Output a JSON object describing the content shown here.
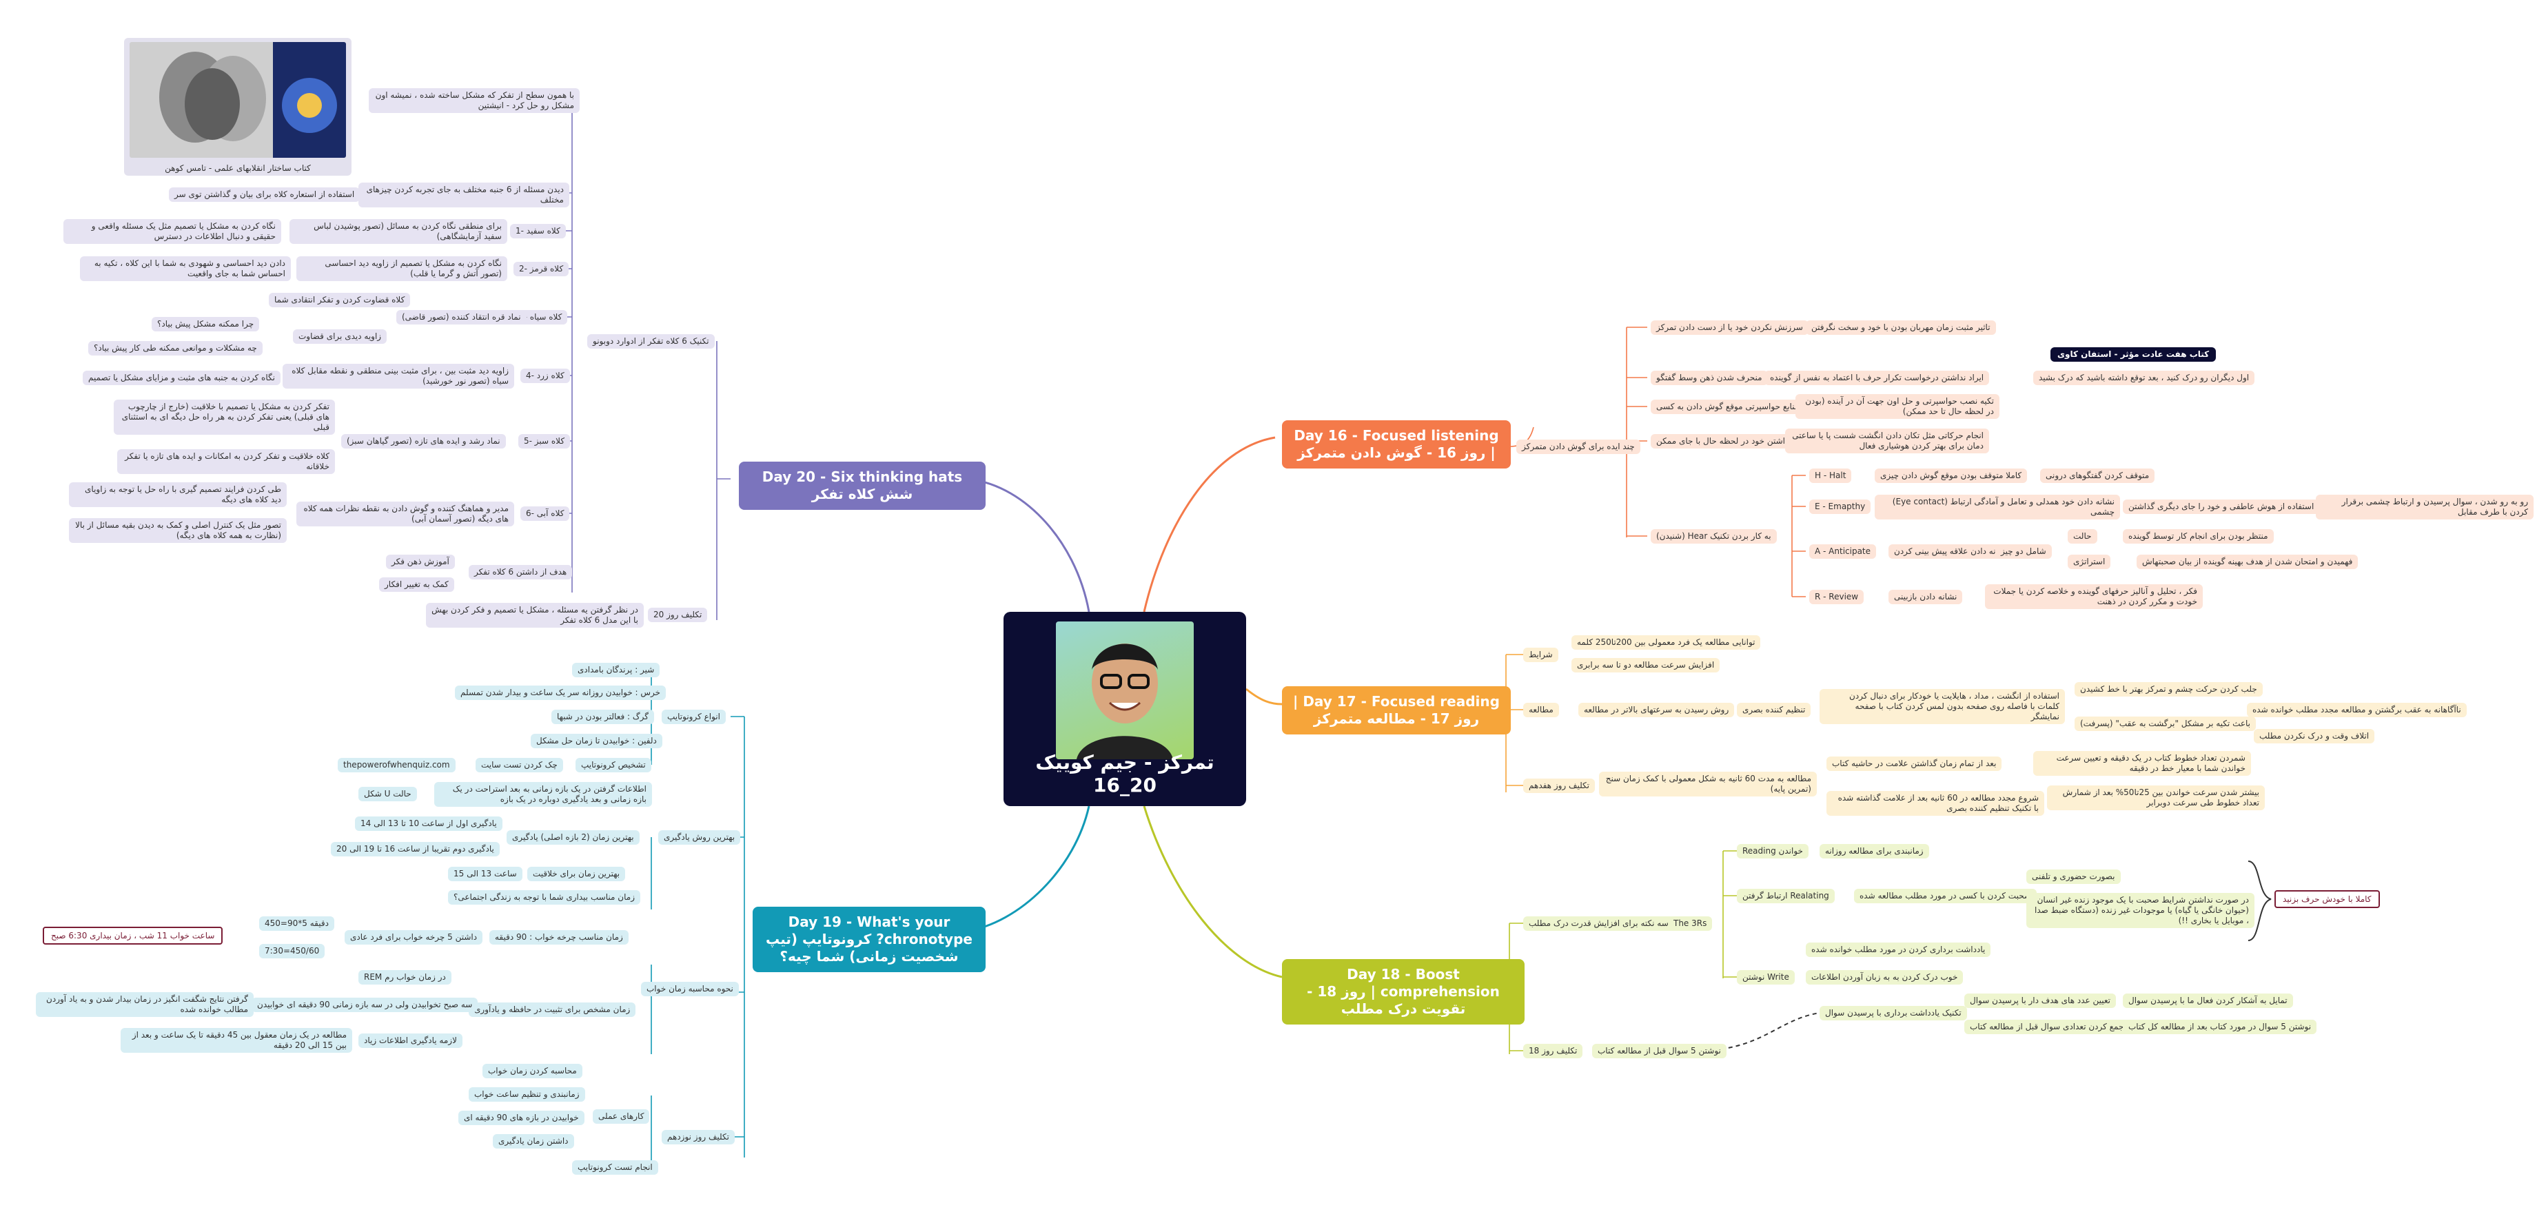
{
  "center": {
    "title": "تمرکز - جیم کوییک 20_16"
  },
  "colors": {
    "day16": "#f47a4a",
    "day17": "#f6a53a",
    "day18": "#b8c628",
    "day19": "#129ab6",
    "day20": "#7b74bd",
    "center": "#0c0d33"
  },
  "day20": {
    "title": "Day 20 - Six thinking hats شش کلاه تفکر",
    "technique": "تکنیک 6 کلاه تفکر از ادوارد دوبونو",
    "quote": "با همون سطح از تفکر که مشکل ساخته شده ، نمیشه اون مشکل رو حل کرد - انیشتین",
    "book_caption": "کتاب ساختار انقلابهای علمی - تامس کوهن",
    "intro_label": "دیدن مسئله از 6 جنبه مختلف به جای تجربه کردن چیزهای مختلف",
    "intro_detail": "استفاده از استعاره کلاه برای بیان و گذاشتن توی سر",
    "white_label": "کلاه سفید -1",
    "white_desc": "برای منطقی نگاه کردن به مسائل (تصور پوشیدن لباس سفید آزمایشگاهی)",
    "white_detail": "نگاه کردن به مشکل یا تصمیم مثل یک مسئله واقعی و حقیقی و دنبال اطلاعات در دسترس",
    "red_label": "کلاه قرمز -2",
    "red_desc": "نگاه کردن به مشکل یا تصمیم از زاویه دید احساسی (تصور آتش و گرما یا قلب)",
    "red_detail": "دادن دید احساسی و شهودی به شما با این کلاه ، تکیه به احساس شما به جای واقعیت",
    "black_label": "کلاه سیاه -3",
    "black_desc": "نماد قره انتقاد کننده (تصور قاضی)",
    "black_d1": "کلاه قضاوت کردن و تفکر انتقادی شما",
    "black_d2": "زاویه دیدی برای قضاوت",
    "black_d3": "چرا ممکنه مشکل پیش بیاد؟",
    "black_d4": "چه مشکلات و موانعی ممکنه طی کار پیش بیاد؟",
    "yellow_label": "کلاه زرد -4",
    "yellow_desc": "زاویه دید مثبت بین ، برای مثبت بینی منطقی و نقطه مقابل کلاه سیاه (تصور نور خورشید)",
    "yellow_detail": "نگاه کردن به جنبه های مثبت و مزایای مشکل یا تصمیم",
    "green_label": "کلاه سبز -5",
    "green_desc": "نماد رشد و ایده های تازه (تصور گیاهان سبز)",
    "green_d1": "تفکر کردن به مشکل یا تصمیم با خلاقیت (خارج از چارچوب های قبلی) یعنی تفکر کردن به هر راه حل دیگه ای به استثنای قبلی",
    "green_d2": "کلاه خلاقیت و تفکر کردن به امکانات و ایده های تازه یا تفکر خلاقانه",
    "blue_label": "کلاه آبی -6",
    "blue_desc": "مدیر و هماهنگ کننده و گوش دادن به نقطه نظرات همه کلاه های دیگه (تصور آسمان آبی)",
    "blue_d1": "طی کردن فرایند تصمیم گیری با راه حل یا توجه به زاویای دید کلاه های دیگه",
    "blue_d2": "تصور مثل یک کنترل اصلی و کمک به دیدن بقیه مسائل از بالا (نظارت به همه کلاه های دیگه)",
    "goal_label": "هدف از داشتن 6 کلاه تفکر",
    "goal_1": "آموزش ذهن فکر",
    "goal_2": "کمک به تغییر افکار",
    "task_label": "تکلیف روز 20",
    "task_desc": "در نظر گرفتن یه مسئله ، مشکل یا تصمیم و فکر کردن بهش با این مدل 6 کلاه تفکر"
  },
  "day19": {
    "title": "Day 19 - What's your chronotype? کرونوتایپ (تیپ شخصیت زمانی) شما چیه؟",
    "types_label": "انواع کرونوتایپ",
    "type_lion": "شیر : پرندگان بامدادی",
    "type_bear": "خرس : خوابیدن روزانه سر یک ساعت و بیدار شدن تمسلم",
    "type_wolf": "گرگ : فعالتر بودن در شبها",
    "type_dolphin": "دلفین : خوابیدن تا زمان حل مشکل",
    "diag_label": "تشخیص کرونوتایپ",
    "diag_desc": "چک کردن تست سایت",
    "diag_site": "thepowerofwhenquiz.com",
    "learn_label": "بهترین روش یادگیری",
    "learn_d1": "اطلاعات گرفتن در یک بازه زمانی به بعد استراحت در یک بازه زمانی و بعد یادگیری دوباره در یک بازه",
    "learn_d2": "حالت U شکل",
    "learn_best": "بهترین زمان (2 بازه اصلی) یادگیری",
    "learn_t1": "یادگیری اول از ساعت 10 تا 13 الی 14",
    "learn_t2": "یادگیری دوم تقریبا از ساعت 16 تا 19 الی 20",
    "learn_creative": "بهترین زمان برای خلاقیت",
    "learn_creative_t": "ساعت 13 الی 15",
    "sleep_label": "نحوه محاسبه زمان خواب",
    "sleep_q": "زمان مناسب بیداری شما با توجه به زندگی اجتماعی؟",
    "sleep_cycle": "زمان مناسب چرخه خواب : 90 دقیقه",
    "sleep_cycles5": "داشتن 5 چرخه خواب برای فرد عادی",
    "sleep_calc1": "دقیقه 5*90=450",
    "sleep_calc2": "450/60=7:30",
    "sleep_example": "ساعت خواب 11 شب ، زمان بیداری 6:30 صبح",
    "mem_label": "زمان مشخص برای تثبیت در حافظه و یادآوری",
    "mem_rem": "در زمان خواب رم REM",
    "mem_d1": "سه صبح تخوابیدن ولی در سه بازه زمانی 90 دقیقه ای خوابیدن",
    "mem_d2": "گرفتن نتایج شگفت انگیز در زمان بیدار شدن و به یاد آوردن مطالب خوانده شده",
    "mem_spaced": "لازمه یادگیری اطلاعات زیاد",
    "mem_spaced_d": "مطالعه در یک زمان معقول بین 45 دقیقه تا یک ساعت و بعد از بین 15 الی 20 دقیقه",
    "task_label": "تکلیف روز نوزدهم",
    "practical": "کارهای عملی",
    "p1": "محاسبه کردن زمان خواب",
    "p2": "زمانبندی و تنظیم ساعت خواب",
    "p3": "خوابیدن در بازه های 90 دقیقه ای",
    "p4": "داشتن زمان یادگیری",
    "p5": "انجام تست کرونوتایپ"
  },
  "day16": {
    "title": "Day 16 - Focused listening | روز 16 - گوش دادن متمرکز",
    "why_label": "چند ایده برای گوش دادن متمرکز",
    "w1": "سرزنش نکردن خود یا از دست دادن تمرکز",
    "w1d": "تاثیر مثبت زمان مهربان بودن با خود و سخت نگرفتن",
    "w2": "منحرف شدن ذهن وسط گفتگو",
    "w2d": "ایراد نداشتن درخواست تکرار حرف با اعتماد به نفس از گوینده",
    "w2dd": "اول دیگران رو درک کنید ، بعد توقع داشته باشید که درک بشید",
    "book_tag": "کتاب هفت عادت مؤثر - استفان کاوی",
    "w3": "کنترل منابع حواسپرتی موقع گوش دادن به کسی",
    "w3d": "تکیه نصب حواسپرتی و حل اون جهت آن در آینده (بودن در لحظه حال تا حد ممکن)",
    "w4": "نگه داشتن خود در لحظه حال با جای ممکن",
    "w4d": "انجام حرکاتی مثل تکان دادن انگشت شست پا یا ساعتی دمان برای بهتر کردن هوشیاری فعال",
    "hear_label": "به کار بردن تکنیک Hear (شنیدن)",
    "h": "H - Halt",
    "h_d": "کاملا متوقف بودن موقع گوش دادن چیزی",
    "h_dd": "متوقف کردن گفتگوهای درونی",
    "e": "E - Emapthy",
    "e_d": "نشانه دادن خود همدلی و تعامل و آمادگی ارتباط (Eye contact) چشمی",
    "e_dd": "استفاده از هوش عاطفی و خود را جای دیگری گذاشتن",
    "e_ddd": "رو به رو شدن ، سوال پرسیدن و ارتباط چشمی برقرار کردن با طرف مقابل",
    "a": "A - Anticipate",
    "a_d": "نشانه دادن علاقه پیش بینی کردن",
    "a_d1": "شامل دو چیز",
    "a_d1a": "حالت",
    "a_d1aa": "منتظر بودن برای انجام کار توسط گوینده",
    "a_d1b": "استراتژی",
    "a_d1bb": "فهمیدن و امتحان شدن از هدف بهینه گوینده از بیان صحبتهاش",
    "r": "R - Review",
    "r_d": "نشانه دادن بازبینی",
    "r_dd": "فکر ، تحلیل و آنالیز حرفهای گوینده و خلاصه کردن یا جملات خودت و مکرر کردن در ذهنت"
  },
  "day17": {
    "title": "Day 17 - Focused reading | روز 17 - مطالعه متمرکز",
    "eval_label": "شرایط",
    "eval1": "توانایی مطالعه یک فرد معمولی بین 200تا250 کلمه",
    "eval2": "افزایش سرعت مطالعه دو تا سه برابری",
    "visual_label": "مطالعه",
    "visual_d": "روش رسیدن به سرعتهای بالاتر در مطالعه",
    "visual_dd": "تنظیم کننده بصری",
    "visual_ddd": "استفاده از انگشت ، مداد ، هایلایت یا خودکار برای دنبال کردن کلمات با فاصله روی صفحه بدون لمس کردن کتاب با صفحه نمایشگر",
    "v1": "جلب کردن حرکت چشم و تمرکز بهتر با خط کشیدن",
    "v2": "باعث تکیه بر مشکل \"برگشت به عقب\" (پسرفت)",
    "v2a": "ناآگاهانه به عقب برگشتن و مطالعه مجدد مطلب خوانده شده",
    "v2b": "اتلاف وقت و درک نکردن مطلب",
    "task_label": "تکلیف روز هفدهم",
    "task_d": "مطالعه به مدت 60 ثانیه به شکل معمولی با کمک زمان سنج (تمرین پایه)",
    "t1": "بعد از تمام زمان گذاشتن علامت در حاشیه کتاب",
    "t1d": "شمردن تعداد خطوط کتاب در یک دقیقه و تعیین سرعت خواندن شما با معیار خط در دقیقه",
    "t2": "شروع مجدد مطالعه در 60 ثانیه بعد از علامت گذاشته شده با تکنیک تنظیم کننده بصری",
    "t2d": "بیشتر شدن سرعت خواندن بین 25تا50% بعد از شمارش تعداد خطوط طی سرعت دوبرابر"
  },
  "day18": {
    "title": "Day 18 - Boost comprehension | روز 18 - تقویت درک مطلب",
    "idea_label": "سه نکته برای افزایش قدرت درک مطلب",
    "r3": "The 3Rs",
    "reading": "خواندن Reading",
    "reading_d": "زمانبندی برای مطالعه روزانه",
    "relating": "Realating ارتباط گرفتن",
    "relating_d": "صحبت کردن با کسی در مورد مطلب مطالعه شده",
    "relating_d1": "بصورت حضوری و تلفنی",
    "relating_d2": "در صورت نداشتن شرایط صحبت با یک موجود زنده غیر انسان (حیوان خانگی یا گیاه) یا موجودات غیر زنده (دستگاه ضبط صدا ، موبایل یا بخاری !!)",
    "relating_note": "کاملا با خودش حرف بزنید",
    "write": "Write نوشتن",
    "write_d1": "یادداشت برداری کردن در مورد مطلب خوانده شده",
    "write_d2": "خوب درک کردن به به زبان آوردن اطلاعات",
    "write_d3": "تکنیک یادداشت برداری با پرسیدن سوال",
    "write_d3a": "تعیین عدد های هدف دار با پرسیدن سوال",
    "write_d3aa": "تمایل به آشکار کردن فعال ما با پرسیدن سوال",
    "write_d3b": "جمع کردن تعدادی سوال قبل از مطالعه کتاب",
    "write_d3bb": "نوشتن 5 سوال در مورد کتاب بعد از مطالعه کل کتاب",
    "task_label": "تکلیف روز 18",
    "task_d": "نوشتن 5 سوال قبل از مطالعه کتاب"
  }
}
